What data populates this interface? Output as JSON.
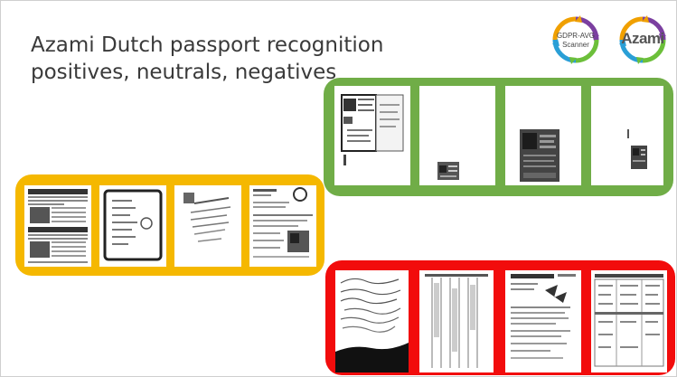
{
  "slide": {
    "title_line1": "Azami Dutch passport recognition",
    "title_line2": "positives, neutrals, negatives"
  },
  "logos": {
    "gdpr": {
      "line1": "GDPR-AVG",
      "line2": "Scanner",
      "ring_colors": [
        "#7b3fa0",
        "#f0a000",
        "#2a9fd6",
        "#6cbf3a"
      ]
    },
    "azami": {
      "text": "Azami",
      "ring_colors": [
        "#7b3fa0",
        "#f0a000",
        "#2a9fd6",
        "#6cbf3a"
      ]
    }
  },
  "groups": {
    "positives": {
      "color": "#70ad47",
      "thumbnails": 4
    },
    "neutrals": {
      "color": "#f5b800",
      "thumbnails": 4
    },
    "negatives": {
      "color": "#f20c0c",
      "thumbnails": 4
    }
  }
}
